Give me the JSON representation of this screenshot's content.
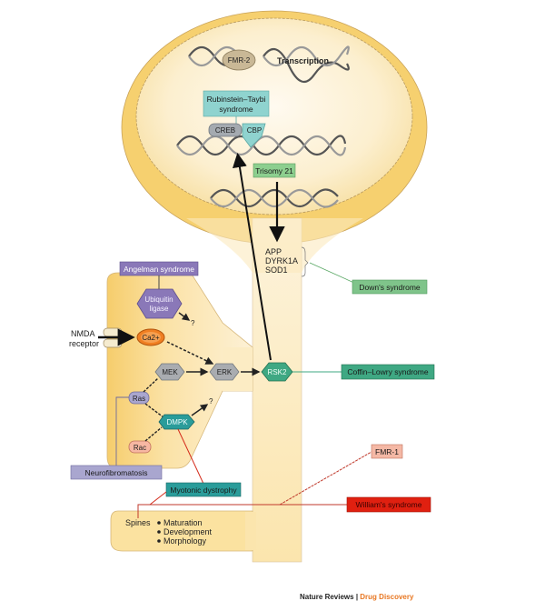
{
  "nucleus": {
    "transcription_label": "Transcription",
    "fmr2": "FMR-2",
    "creb": "CREB",
    "cbp": "CBP",
    "rubinstein_line1": "Rubinstein–Taybi",
    "rubinstein_line2": "syndrome",
    "trisomy": "Trisomy 21"
  },
  "genes": {
    "line1": "APP",
    "line2": "DYRK1A",
    "line3": "SOD1"
  },
  "syndromes": {
    "downs": "Down's syndrome",
    "angelman": "Angelman syndrome",
    "coffin_lowry": "Coffin–Lowry syndrome",
    "neurofibromatosis": "Neurofibromatosis",
    "myotonic": "Myotonic dystrophy",
    "williams": "William's syndrome",
    "fmr1": "FMR-1"
  },
  "signaling": {
    "ubiquitin_line1": "Ubiquitin",
    "ubiquitin_line2": "ligase",
    "ca": "Ca2+",
    "mek": "MEK",
    "erk": "ERK",
    "rsk2": "RSK2",
    "ras": "Ras",
    "dmpk": "DMPK",
    "rac": "Rac",
    "question1": "?",
    "question2": "?"
  },
  "nmda": {
    "line1": "NMDA",
    "line2": "receptor"
  },
  "spines": {
    "label": "Spines",
    "items": [
      "Maturation",
      "Development",
      "Morphology"
    ]
  },
  "credit": {
    "journal": "Nature Reviews",
    "separator": " | ",
    "section": "Drug Discovery"
  },
  "colors": {
    "cell_outer": "#f7d77a",
    "cell_inner": "#fcefcf",
    "dendrite": "#fbe6b3",
    "down_green": "#7fc48a",
    "angelman_purple": "#8a78b8",
    "coffin_teal": "#3fa883",
    "neuro_lavender": "#a9a6cf",
    "myotonic_teal": "#2a9c9a",
    "williams_red": "#e02010",
    "fmr1_salmon": "#f4b8a5",
    "rubinstein_cyan": "#8fd3cf",
    "trisomy_green": "#8dcf8f",
    "credit_orange": "#e87722"
  }
}
